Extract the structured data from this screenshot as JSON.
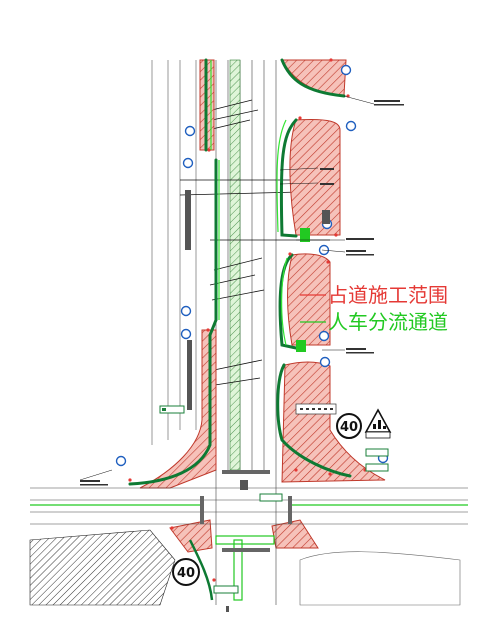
{
  "legend": {
    "occupied_area": {
      "label": "占道施工范围",
      "color": "#e53935"
    },
    "diversion_lane": {
      "label": "人车分流通道",
      "color": "#22c922"
    }
  },
  "speed_signs": [
    "40",
    "40"
  ],
  "colors": {
    "construction_fill": "#f3b3aa",
    "construction_hatch": "#c0392b",
    "barrier": "#1a7f3a",
    "walkway": "#33e633",
    "sign_blue": "#1f5fbf",
    "road_line": "#444444"
  },
  "icons": [
    "traffic-sign-icon",
    "warning-triangle-icon",
    "speed-limit-icon"
  ]
}
